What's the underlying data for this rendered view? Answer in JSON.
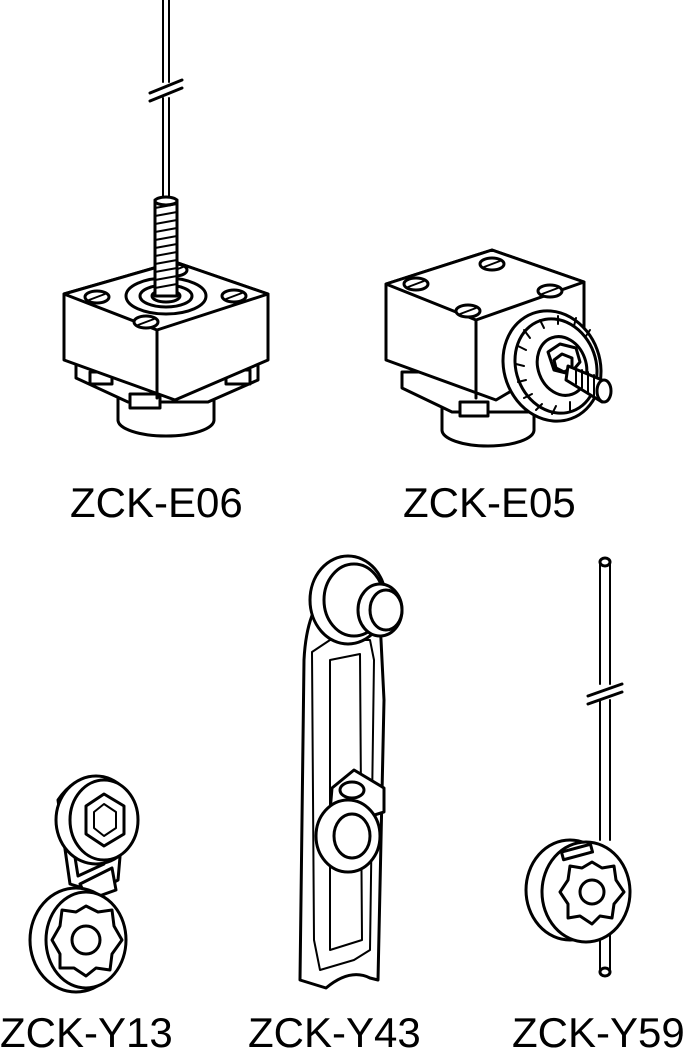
{
  "parts": {
    "e06": {
      "label": "ZCK-E06"
    },
    "e05": {
      "label": "ZCK-E05"
    },
    "y13": {
      "label": "ZCK-Y13"
    },
    "y43": {
      "label": "ZCK-Y43"
    },
    "y59": {
      "label": "ZCK-Y59"
    }
  },
  "colors": {
    "line": "#000000",
    "background": "#ffffff"
  }
}
